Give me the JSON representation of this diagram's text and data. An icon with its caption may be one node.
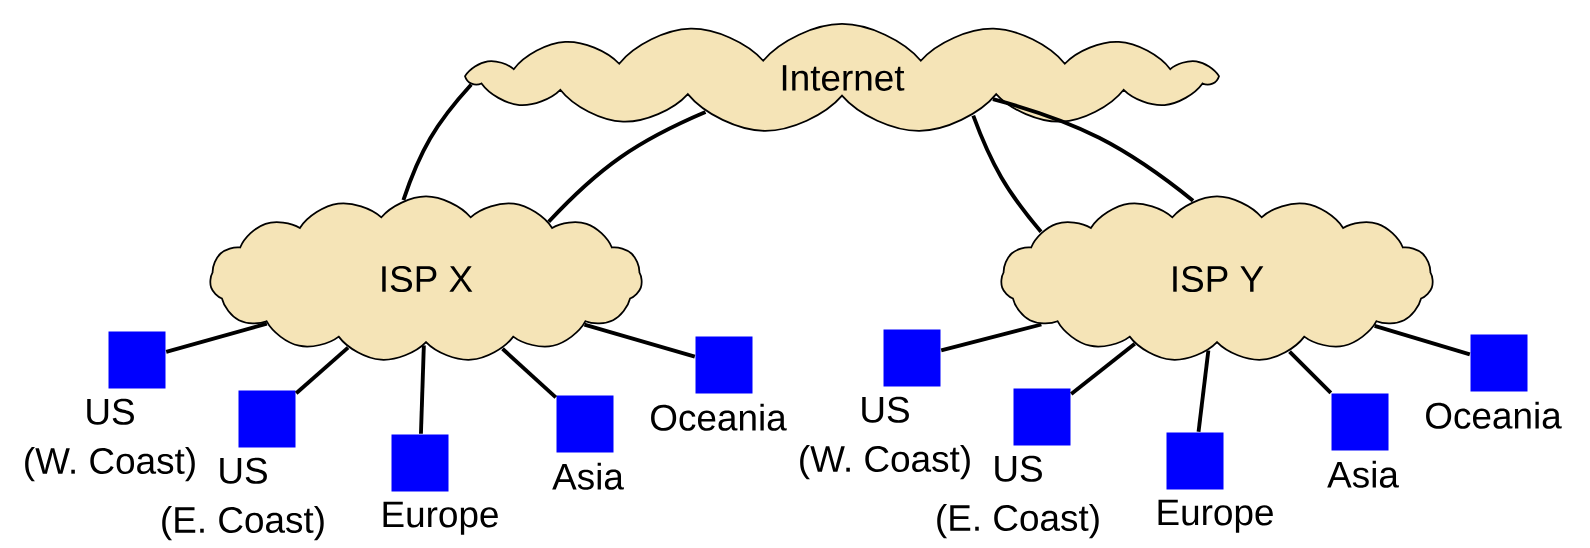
{
  "diagram": {
    "nodes": [
      {
        "text": [
          "Internet"
        ]
      },
      {
        "text": [
          "ISP X"
        ]
      },
      {
        "text": [
          "ISP Y"
        ]
      },
      {
        "text": [],
        "shape": "box",
        "beside": [
          "US (W. Coast)"
        ]
      },
      {
        "text": [],
        "shape": "box",
        "beside": [
          "US (E. Coast)"
        ]
      },
      {
        "text": [],
        "shape": "box",
        "beside": [
          "Europe"
        ]
      },
      {
        "text": [],
        "shape": "box",
        "beside": [
          "Asia"
        ]
      },
      {
        "text": [],
        "shape": "box",
        "beside": [
          "Oceania"
        ]
      },
      {
        "text": [],
        "shape": "box",
        "beside": [
          "US (W. Coast)"
        ]
      },
      {
        "text": [],
        "shape": "box",
        "beside": [
          "US (E. Coast)"
        ]
      },
      {
        "text": [],
        "shape": "box",
        "beside": [
          "Europe"
        ]
      },
      {
        "text": [],
        "shape": "box",
        "beside": [
          "Asia"
        ]
      },
      {
        "text": [],
        "shape": "box",
        "beside": [
          "Oceania"
        ]
      }
    ],
    "edges": [
      {
        "from": 0,
        "to": 1,
        "arrow": "none"
      },
      {
        "from": 0,
        "to": 1,
        "arrow": "none"
      },
      {
        "from": 0,
        "to": 2,
        "arrow": "none"
      },
      {
        "from": 0,
        "to": 2,
        "arrow": "none"
      },
      {
        "from": 1,
        "to": 3,
        "arrow": "none"
      },
      {
        "from": 1,
        "to": 4,
        "arrow": "none"
      },
      {
        "from": 1,
        "to": 5,
        "arrow": "none"
      },
      {
        "from": 1,
        "to": 6,
        "arrow": "none"
      },
      {
        "from": 1,
        "to": 7,
        "arrow": "none"
      },
      {
        "from": 2,
        "to": 8,
        "arrow": "none"
      },
      {
        "from": 2,
        "to": 9,
        "arrow": "none"
      },
      {
        "from": 2,
        "to": 10,
        "arrow": "none"
      },
      {
        "from": 2,
        "to": 11,
        "arrow": "none"
      },
      {
        "from": 2,
        "to": 12,
        "arrow": "none"
      }
    ]
  }
}
